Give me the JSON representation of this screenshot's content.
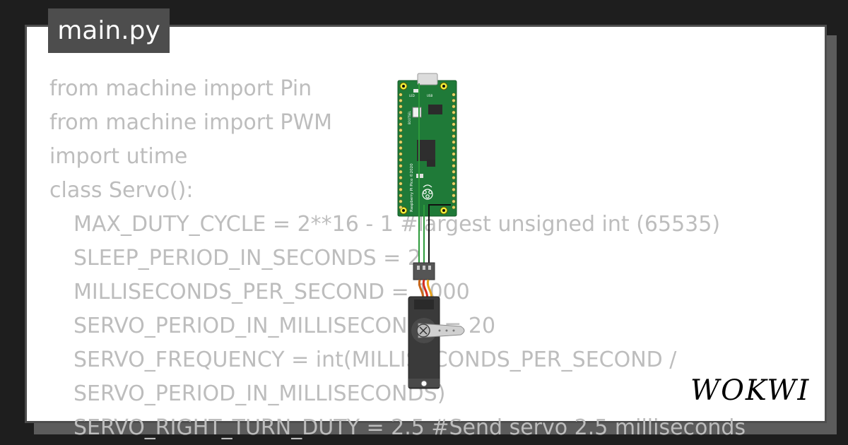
{
  "file_tab": {
    "label": "main.py"
  },
  "code_lines": [
    {
      "text": "from machine import Pin",
      "indent": false
    },
    {
      "text": "from machine import PWM",
      "indent": false
    },
    {
      "text": "import utime",
      "indent": false
    },
    {
      "text": "class Servo():",
      "indent": false
    },
    {
      "text": "MAX_DUTY_CYCLE = 2**16 - 1 #largest unsigned int (65535)",
      "indent": true
    },
    {
      "text": "SLEEP_PERIOD_IN_SECONDS = 2",
      "indent": true
    },
    {
      "text": "MILLISECONDS_PER_SECOND = 1000",
      "indent": true
    },
    {
      "text": "SERVO_PERIOD_IN_MILLISECONDS = 20",
      "indent": true
    },
    {
      "text": "SERVO_FREQUENCY = int(MILLISECONDS_PER_SECOND /",
      "indent": true
    },
    {
      "text": "SERVO_PERIOD_IN_MILLISECONDS)",
      "indent": true
    },
    {
      "text": "SERVO_RIGHT_TURN_DUTY = 2.5 #Send servo 2.5 milliseconds",
      "indent": true
    }
  ],
  "board": {
    "silkscreen": "Raspberry Pi Pico ©2020",
    "labels": [
      "LED",
      "USB",
      "BOOTSEL"
    ]
  },
  "logo": {
    "text": "WOKWI"
  },
  "colors": {
    "background": "#1e1e1e",
    "card": "#ffffff",
    "tab": "#4d4d4d",
    "code_text": "#bdbdbd",
    "board_green": "#1f7a38",
    "wire_green": "#2e9b3c",
    "wire_black": "#111111",
    "servo_body": "#3a3a3a"
  }
}
